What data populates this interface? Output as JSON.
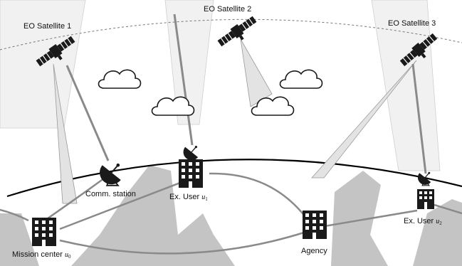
{
  "satellites": [
    {
      "label": "EO Satellite 1"
    },
    {
      "label": "EO Satellite 2"
    },
    {
      "label": "EO Satellite 3"
    }
  ],
  "nodes": {
    "comm_station": {
      "label": "Comm. station"
    },
    "user1": {
      "label": "Ex. User",
      "var": "u",
      "sub": "1"
    },
    "user2": {
      "label": "Ex. User",
      "var": "u",
      "sub": "2"
    },
    "agency": {
      "label": "Agency"
    },
    "mission_center": {
      "label": "Mission center",
      "var": "u",
      "sub": "0"
    }
  },
  "colors": {
    "ink": "#111111",
    "land": "#bdbdbd",
    "beam": "#e6e6e6",
    "link": "#8a8a8a",
    "building": "#1a1a1a",
    "window": "#ffffff"
  },
  "icons": [
    "satellite-icon",
    "cloud-icon",
    "building-icon",
    "dish-antenna-icon"
  ]
}
